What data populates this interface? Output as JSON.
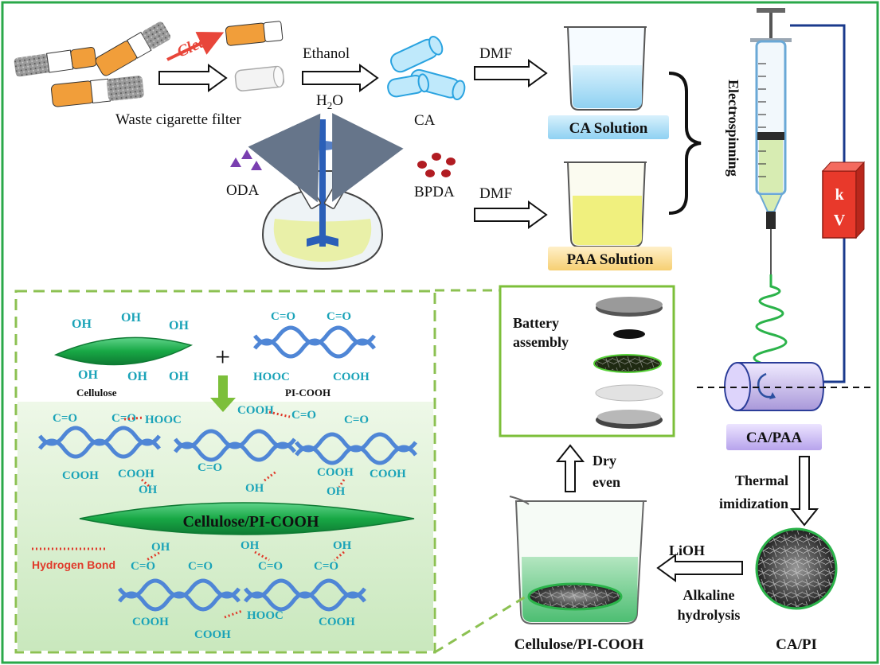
{
  "labels": {
    "waste_filter": "Waste cigarette filter",
    "clear": "Clear",
    "ethanol": "Ethanol",
    "h2o_base": "H",
    "h2o_sub": "2",
    "h2o_tail": "O",
    "ca": "CA",
    "dmf_top": "DMF",
    "dmf_bottom": "DMF",
    "oda": "ODA",
    "bpda": "BPDA",
    "ca_solution": "CA Solution",
    "paa_solution": "PAA Solution",
    "electrospinning": "Electrospinning",
    "kv_k": "k",
    "kv_v": "V",
    "ca_paa": "CA/PAA",
    "thermal1": "Thermal",
    "thermal2": "imidization",
    "ca_pi": "CA/PI",
    "lioh": "LiOH",
    "alk1": "Alkaline",
    "alk2": "hydrolysis",
    "cell_pi_cooh": "Cellulose/PI-COOH",
    "dry1": "Dry",
    "dry2": "even",
    "battery1": "Battery",
    "battery2": "assembly",
    "cellulose": "Cellulose",
    "pi_cooh": "PI-COOH",
    "plus": "+",
    "composite": "Cellulose/PI-COOH",
    "hydrogen_bond": "Hydrogen Bond",
    "oh": "OH",
    "co": "C=O",
    "cooh": "COOH",
    "hooc": "HOOC"
  },
  "colors": {
    "frame": "#2aa84a",
    "cyan_text": "#1aa3b8",
    "dna_blue": "#4f86d6",
    "cellulose_green": "#22b14c",
    "bond_red": "#e03a2a",
    "arrow_green": "#7cbf3a",
    "dashed_green": "#8cc152",
    "ca_label_bg": "#9fd8f5",
    "paa_label_bg": "#f9d98a",
    "capaa_label_bg": "#c7b6ee",
    "kv_box": "#e8392b",
    "wire": "#1a3a8c"
  }
}
